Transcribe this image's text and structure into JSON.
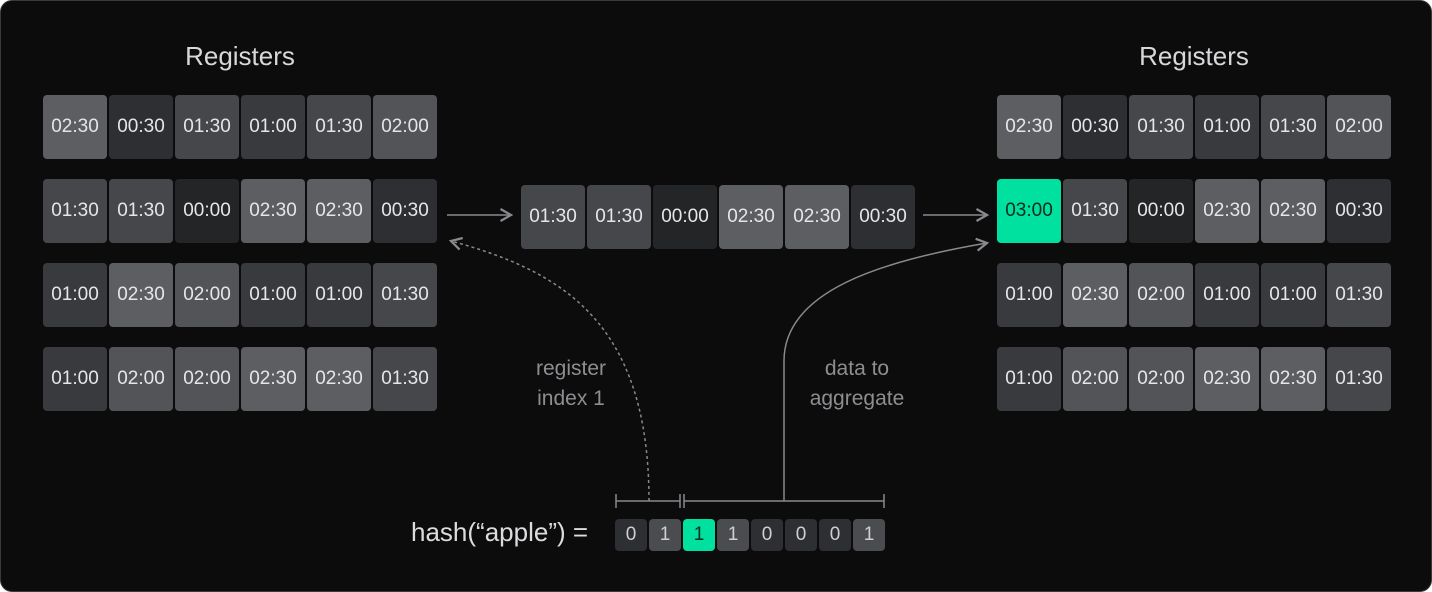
{
  "left": {
    "title": "Registers",
    "rows": [
      [
        "02:30",
        "00:30",
        "01:30",
        "01:00",
        "01:30",
        "02:00"
      ],
      [
        "01:30",
        "01:30",
        "00:00",
        "02:30",
        "02:30",
        "00:30"
      ],
      [
        "01:00",
        "02:30",
        "02:00",
        "01:00",
        "01:00",
        "01:30"
      ],
      [
        "01:00",
        "02:00",
        "02:00",
        "02:30",
        "02:30",
        "01:30"
      ]
    ]
  },
  "middle": [
    "01:30",
    "01:30",
    "00:00",
    "02:30",
    "02:30",
    "00:30"
  ],
  "right": {
    "title": "Registers",
    "rows": [
      [
        "02:30",
        "00:30",
        "01:30",
        "01:00",
        "01:30",
        "02:00"
      ],
      [
        "03:00",
        "01:30",
        "00:00",
        "02:30",
        "02:30",
        "00:30"
      ],
      [
        "01:00",
        "02:30",
        "02:00",
        "01:00",
        "01:00",
        "01:30"
      ],
      [
        "01:00",
        "02:00",
        "02:00",
        "02:30",
        "02:30",
        "01:30"
      ]
    ]
  },
  "highlight": {
    "row": 1,
    "col": 0
  },
  "labels": {
    "register_index_1": "register",
    "register_index_2": "index 1",
    "data_1": "data to",
    "data_2": "aggregate"
  },
  "hash": {
    "expr": "hash(“apple”) =",
    "bits": [
      "0",
      "1",
      "1",
      "1",
      "0",
      "0",
      "0",
      "1"
    ],
    "highlight_bit": 2
  },
  "colors": {
    "accent": "#00e09e",
    "00:00": "#242527",
    "00:30": "#2e2f32",
    "01:00": "#383a3d",
    "01:30": "#45474a",
    "02:00": "#535458",
    "02:30": "#5c5e62",
    "bit_0": "#2e2f32",
    "bit_1": "#4a4c50"
  }
}
